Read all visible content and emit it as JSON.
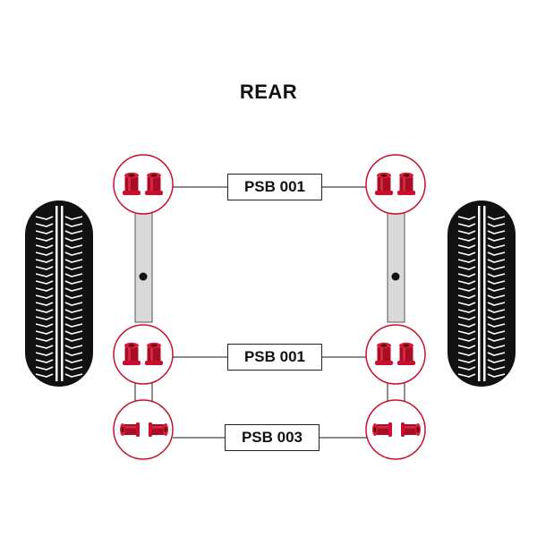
{
  "title": "REAR",
  "part_labels": [
    "PSB 001",
    "PSB 001",
    "PSB 003"
  ],
  "colors": {
    "bush": "#c8102e",
    "circle_border": "#c8102e",
    "leaf_spring": "#d9d9d9",
    "tyre": "#111111"
  },
  "icons": {
    "tyre": "tyre-icon",
    "bush_upright": "upright-bush-pair-icon",
    "bush_sideways": "sideways-bush-pair-icon"
  }
}
